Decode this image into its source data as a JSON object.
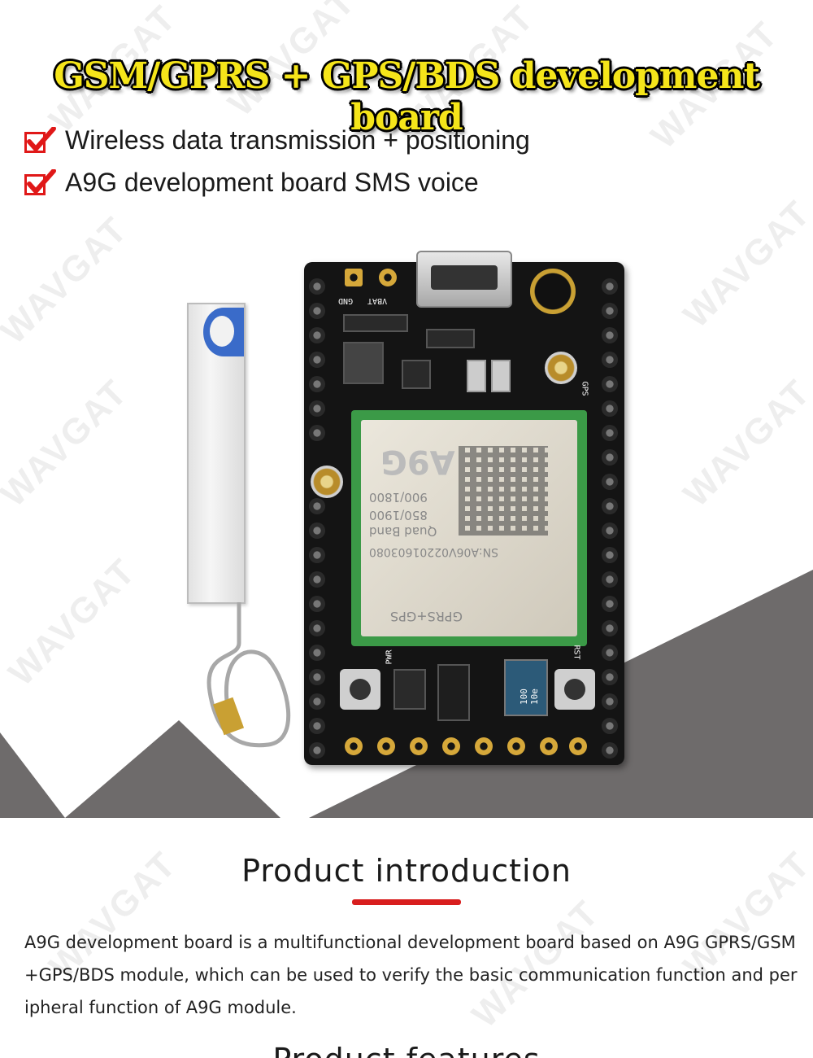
{
  "header": {
    "title": "GSM/GPRS + GPS/BDS development board"
  },
  "features": [
    {
      "text": "Wireless data transmission + positioning"
    },
    {
      "text": "A9G development board SMS voice"
    }
  ],
  "board": {
    "silk_vbat": "VBAT",
    "silk_gnd": "GND",
    "silk_gps": "GPS",
    "silk_pwr": "PWR",
    "silk_rst": "RST",
    "module_name": "A9G",
    "module_line1": "900/1800",
    "module_line2": "850/1900",
    "module_line3": "Quad Band",
    "module_sn": "SN:A06V02201603080",
    "module_footer": "GPRS+GPS",
    "inductor_label": "100 10e"
  },
  "watermark": "WAVGAT",
  "intro": {
    "title": "Product introduction",
    "text": "A9G development board is a multifunctional development board based on A9G GPRS/GSM+GPS/BDS module, which can be used to verify the basic communication function and peripheral function of A9G module."
  },
  "next_section": {
    "title": "Product features"
  },
  "colors": {
    "title_fill": "#f5e51a",
    "check_red": "#e01818",
    "accent_line": "#d81e1e",
    "stage_grey": "#6e6b6b"
  }
}
